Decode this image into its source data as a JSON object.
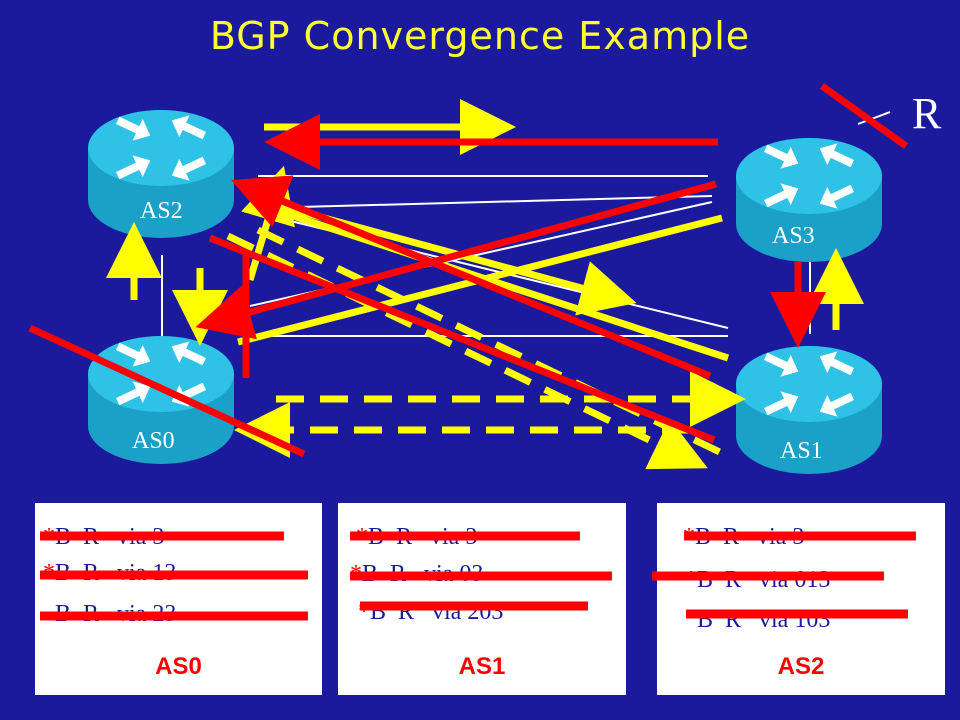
{
  "title": "BGP Convergence Example",
  "dest_label": "R",
  "routers": [
    {
      "id": "as2",
      "label": "AS2"
    },
    {
      "id": "as3",
      "label": "AS3"
    },
    {
      "id": "as0",
      "label": "AS0"
    },
    {
      "id": "as1",
      "label": "AS1"
    }
  ],
  "tables": [
    {
      "name": "AS0",
      "routes": [
        {
          "star": "*",
          "text": "B  R   via 3"
        },
        {
          "star": "*",
          "text": "B  R   via 13"
        },
        {
          "star": "",
          "text": "B  R   via 23"
        }
      ]
    },
    {
      "name": "AS1",
      "routes": [
        {
          "star": "*",
          "text": "B  R   via 3"
        },
        {
          "star": "*",
          "text": "B  R   via 03"
        },
        {
          "star": "*",
          "text": "B  R   via 203"
        }
      ]
    },
    {
      "name": "AS2",
      "routes": [
        {
          "star": "*",
          "text": "B  R   via 3"
        },
        {
          "star": "*",
          "text": "B  R   via 013"
        },
        {
          "star": "",
          "text": "B  R   via 103"
        }
      ]
    }
  ],
  "colors": {
    "background": "#1b1a9c",
    "title": "#ffff33",
    "advert": "#ffff00",
    "withdraw": "#ff0000",
    "router": "#1ba0c8"
  }
}
